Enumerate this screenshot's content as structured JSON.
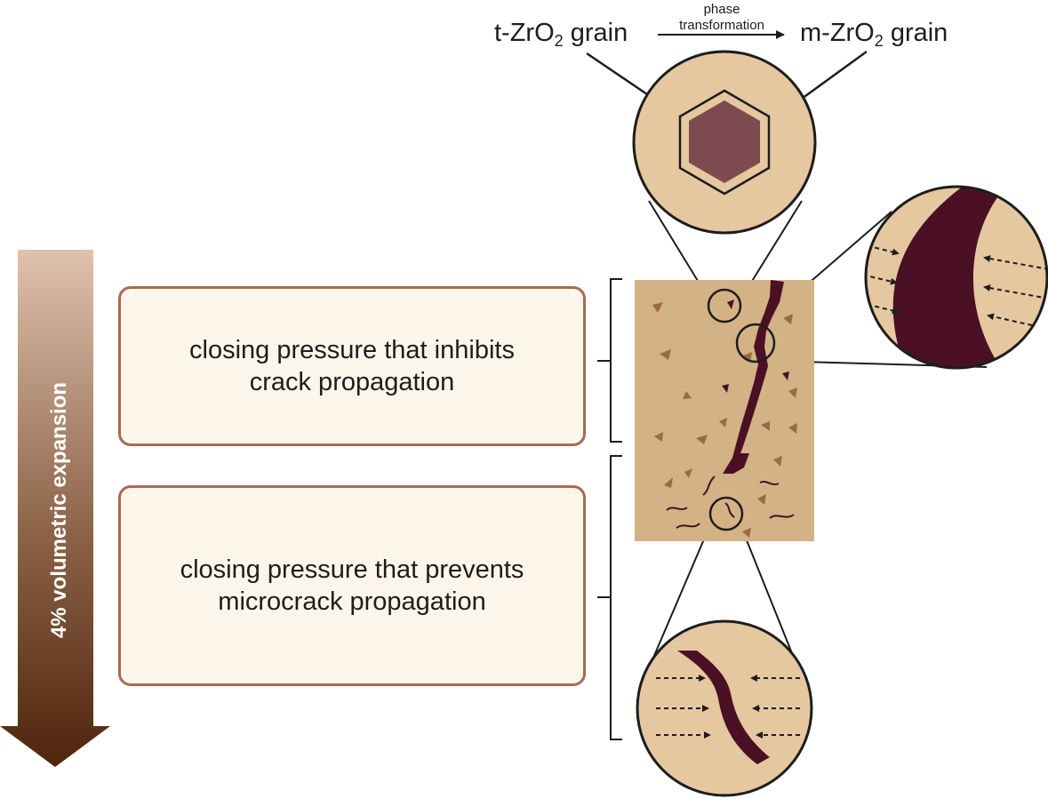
{
  "labels": {
    "t_grain_prefix": "t-ZrO",
    "t_grain_sub": "2",
    "t_grain_suffix": " grain",
    "m_grain_prefix": "m-ZrO",
    "m_grain_sub": "2",
    "m_grain_suffix": " grain",
    "arrow_top": "phase",
    "arrow_bottom": "transformation",
    "expansion": "4% volumetric expansion"
  },
  "boxes": {
    "crack": "closing pressure that inhibits\ncrack propagation",
    "microcrack": "closing pressure that prevents\nmicrocrack propagation"
  },
  "colors": {
    "sand": "#e5c7a0",
    "matrix": "#d3b286",
    "crack": "#4b1024",
    "grain": "#7d4b4f",
    "box_border": "#a86a52",
    "box_fill": "#fcf6ea",
    "arrow_top": "#dfc1ae",
    "arrow_bottom": "#4e250c"
  }
}
